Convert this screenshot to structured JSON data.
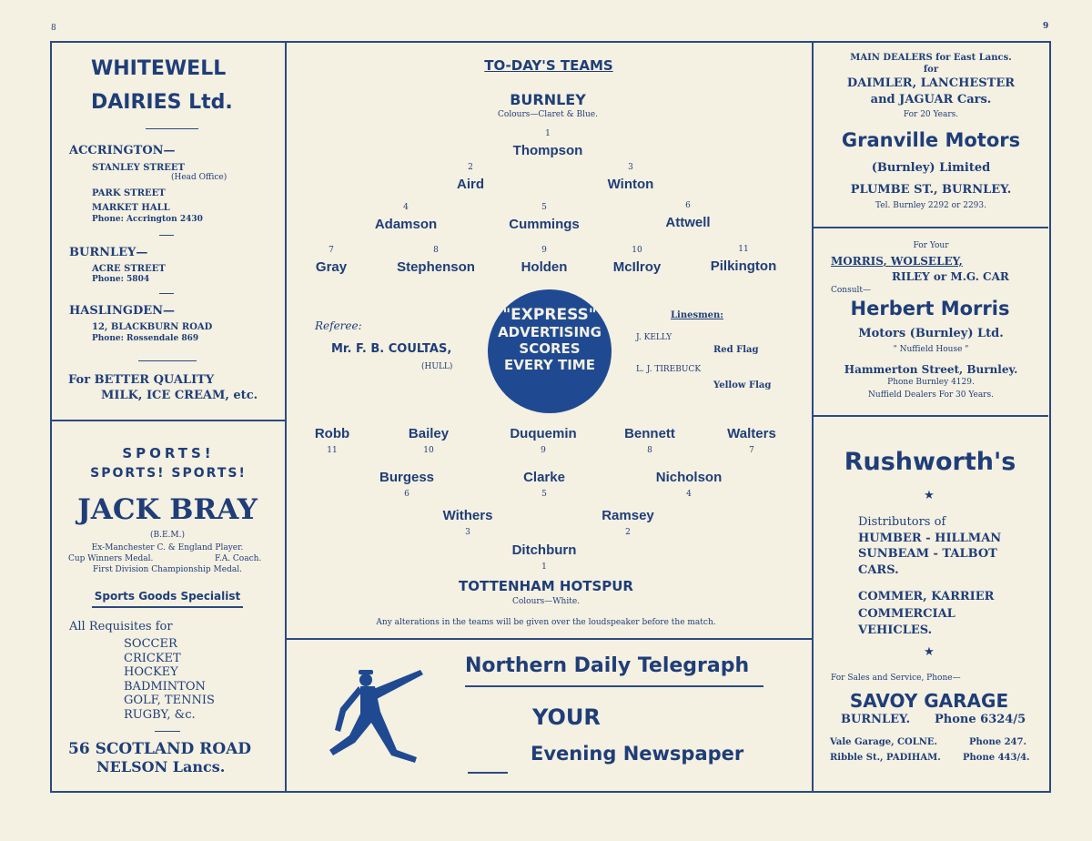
{
  "page_numbers": {
    "left": "8",
    "right": "9"
  },
  "whitewell": {
    "title1": "WHITEWELL",
    "title2": "DAIRIES Ltd.",
    "accrington": "ACCRINGTON—",
    "stanley": "STANLEY STREET",
    "head_office": "(Head Office)",
    "park": "PARK STREET",
    "market": "MARKET HALL",
    "acc_phone": "Phone:  Accrington 2430",
    "burnley": "BURNLEY—",
    "acre": "ACRE STREET",
    "bur_phone": "Phone:  5804",
    "haslingden": "HASLINGDEN—",
    "blackburn": "12, BLACKBURN ROAD",
    "has_phone": "Phone:  Rossendale 869",
    "tag1": "For BETTER QUALITY",
    "tag2": "MILK, ICE CREAM, etc."
  },
  "jackbray": {
    "sports1": "SPORTS!",
    "sports2": "SPORTS!  SPORTS!",
    "name": "JACK BRAY",
    "bem": "(B.E.M.)",
    "line1": "Ex-Manchester C. & England Player.",
    "line2a": "Cup Winners Medal.",
    "line2b": "F.A. Coach.",
    "line3": "First Division Championship Medal.",
    "specialist": "Sports Goods Specialist",
    "requisites": "All Requisites for",
    "sports_list": [
      "SOCCER",
      "CRICKET",
      "HOCKEY",
      "BADMINTON",
      "GOLF, TENNIS",
      "RUGBY, &c."
    ],
    "addr1": "56  SCOTLAND  ROAD",
    "addr2": "NELSON  Lancs."
  },
  "teams": {
    "heading": "TO-DAY'S TEAMS",
    "home": {
      "name": "BURNLEY",
      "colours": "Colours—Claret & Blue.",
      "players": [
        {
          "no": "1",
          "name": "Thompson"
        },
        {
          "no": "2",
          "name": "Aird"
        },
        {
          "no": "3",
          "name": "Winton"
        },
        {
          "no": "4",
          "name": "Adamson"
        },
        {
          "no": "5",
          "name": "Cummings"
        },
        {
          "no": "6",
          "name": "Attwell"
        },
        {
          "no": "7",
          "name": "Gray"
        },
        {
          "no": "8",
          "name": "Stephenson"
        },
        {
          "no": "9",
          "name": "Holden"
        },
        {
          "no": "10",
          "name": "McIlroy"
        },
        {
          "no": "11",
          "name": "Pilkington"
        }
      ]
    },
    "away": {
      "name": "TOTTENHAM HOTSPUR",
      "colours": "Colours—White.",
      "players": [
        {
          "no": "11",
          "name": "Robb"
        },
        {
          "no": "10",
          "name": "Bailey"
        },
        {
          "no": "9",
          "name": "Duquemin"
        },
        {
          "no": "8",
          "name": "Bennett"
        },
        {
          "no": "7",
          "name": "Walters"
        },
        {
          "no": "6",
          "name": "Burgess"
        },
        {
          "no": "5",
          "name": "Clarke"
        },
        {
          "no": "4",
          "name": "Nicholson"
        },
        {
          "no": "3",
          "name": "Withers"
        },
        {
          "no": "2",
          "name": "Ramsey"
        },
        {
          "no": "1",
          "name": "Ditchburn"
        }
      ]
    },
    "referee_label": "Referee:",
    "referee": "Mr. F. B. COULTAS,",
    "referee_town": "(HULL)",
    "linesmen_label": "Linesmen:",
    "linesman1": "J. KELLY",
    "flag1": "Red Flag",
    "linesman2": "L. J. TIREBUCK",
    "flag2": "Yellow Flag",
    "badge": {
      "l1": "\"EXPRESS\"",
      "l2": "ADVERTISING",
      "l3": "SCORES",
      "l4": "EVERY TIME"
    },
    "note": "Any alterations in the teams will be given over the loudspeaker before the match."
  },
  "telegraph": {
    "title": "Northern Daily Telegraph",
    "your": "YOUR",
    "evening": "Evening Newspaper"
  },
  "granville": {
    "l1": "MAIN DEALERS for East Lancs.",
    "l2": "for",
    "l3": "DAIMLER,  LANCHESTER",
    "l4": "and JAGUAR Cars.",
    "l5": "For 20 Years.",
    "name": "Granville Motors",
    "ltd": "(Burnley) Limited",
    "addr": "PLUMBE ST.,  BURNLEY.",
    "tel": "Tel. Burnley 2292 or 2293."
  },
  "morris": {
    "l1": "For Your",
    "l2": "MORRIS, WOLSELEY,",
    "l3": "RILEY or M.G. CAR",
    "consult": "Consult—",
    "name": "Herbert Morris",
    "ltd": "Motors (Burnley) Ltd.",
    "house": "\" Nuffield House \"",
    "addr": "Hammerton  Street,  Burnley.",
    "phone": "Phone Burnley 4129.",
    "dealers": "Nuffield Dealers For 30 Years."
  },
  "rushworth": {
    "name": "Rushworth's",
    "star": "★",
    "dist": "Distributors of",
    "m1": "HUMBER - HILLMAN",
    "m2": "SUNBEAM - TALBOT",
    "cars": "CARS.",
    "m3": "COMMER, KARRIER",
    "m4": "COMMERCIAL",
    "m5": "VEHICLES.",
    "sales": "For Sales and Service, Phone—",
    "savoy": "SAVOY  GARAGE",
    "burnley": "BURNLEY.",
    "phone": "Phone 6324/5",
    "vale": "Vale Garage, COLNE.",
    "vale_phone": "Phone 247.",
    "ribble": "Ribble St., PADIHAM.",
    "ribble_phone": "Phone 443/4."
  }
}
